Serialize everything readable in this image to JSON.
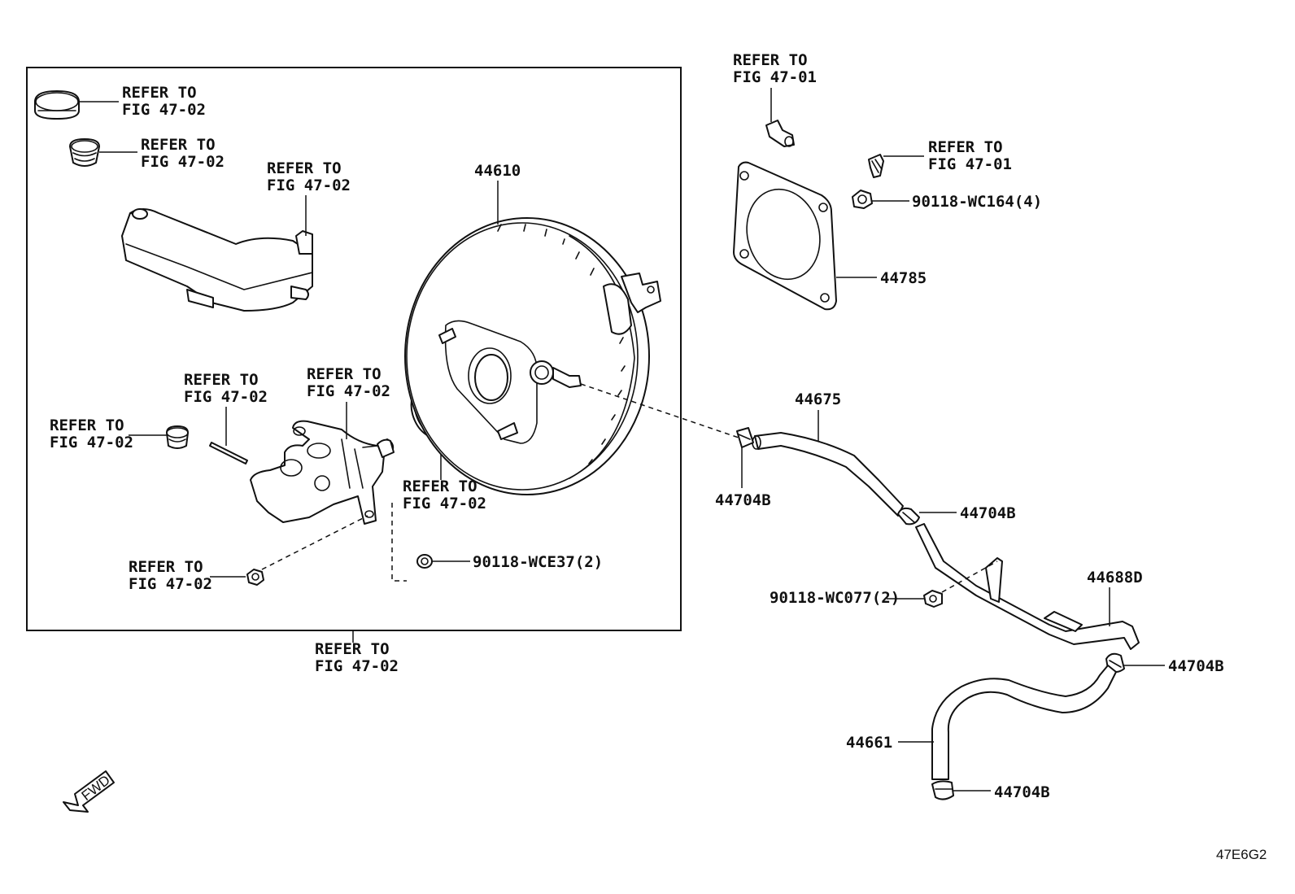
{
  "refer_text": "REFER TO",
  "refs": {
    "fig_47_02": "FIG 47-02",
    "fig_47_01": "FIG 47-01"
  },
  "parts": {
    "booster": "44610",
    "gasket": "44785",
    "vacuum_hose": "44675",
    "clamp": "44704B",
    "hose_tube": "44688D",
    "hose": "44661",
    "nut_booster": "90118-WC164(4)",
    "nut_cylinder": "90118-WCE37(2)",
    "nut_bracket": "90118-WC077(2)"
  },
  "fwd_label": "FWD",
  "figure_code": "47E6G2"
}
